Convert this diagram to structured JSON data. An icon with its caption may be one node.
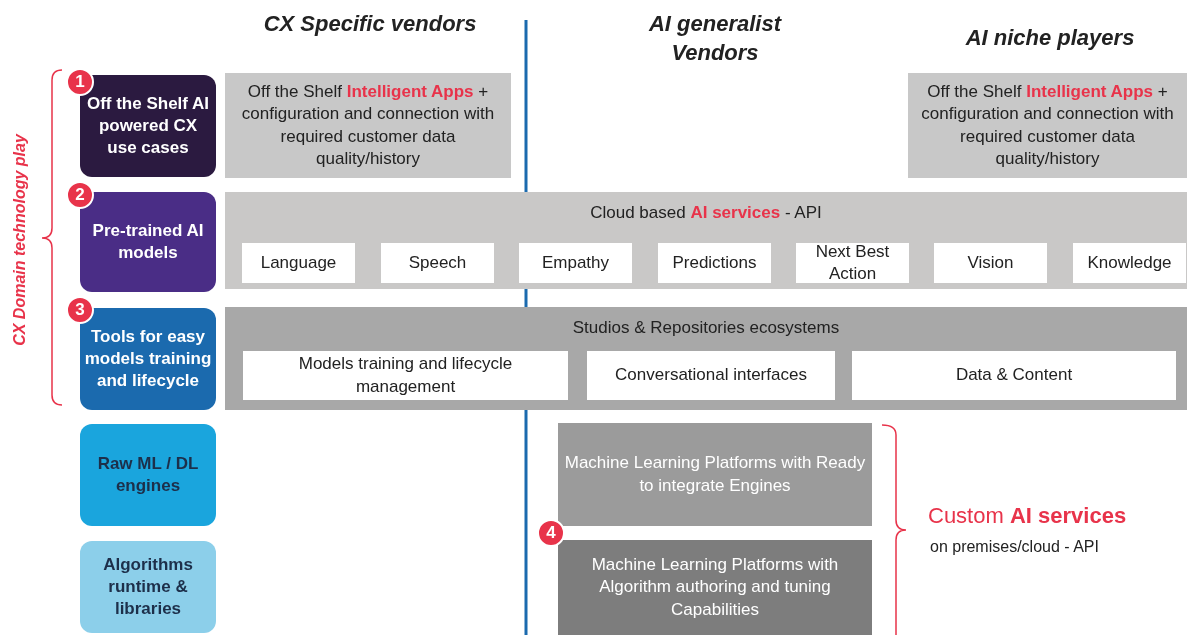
{
  "diagram": {
    "nodes": [
      {
        "text": [
          "Off the Shelf AI powered CX use cases"
        ]
      },
      {
        "text": [
          "Pre-trained AI models"
        ]
      },
      {
        "text": [
          "Tools for easy models training and lifecycle"
        ]
      },
      {
        "text": [
          "Raw ML / DL engines"
        ]
      },
      {
        "text": [
          "Algorithms runtime & libraries"
        ]
      },
      {
        "text": [
          "Off the Shelf **Intelligent Apps** + configuration and connection with required customer data quality/history"
        ]
      },
      {
        "text": [
          "Off the Shelf **Intelligent Apps** + configuration and connection with required customer data quality/history"
        ]
      },
      {
        "text": [
          "Cloud based **AI services** - API"
        ]
      },
      {
        "text": [
          "Language"
        ],
        "in": 7
      },
      {
        "text": [
          "Speech"
        ],
        "in": 7
      },
      {
        "text": [
          "Empathy"
        ],
        "in": 7
      },
      {
        "text": [
          "Predictions"
        ],
        "in": 7
      },
      {
        "text": [
          "Next Best Action"
        ],
        "in": 7
      },
      {
        "text": [
          "Vision"
        ],
        "in": 7
      },
      {
        "text": [
          "Knowledge"
        ],
        "in": 7
      },
      {
        "text": [
          "Studios & Repositories ecosystems"
        ]
      },
      {
        "text": [
          "Models training and lifecycle management"
        ],
        "in": 15
      },
      {
        "text": [
          "Conversational interfaces"
        ],
        "in": 15
      },
      {
        "text": [
          "Data & Content"
        ],
        "in": 15
      },
      {
        "text": [
          "Machine Learning Platforms with Ready to integrate Engines"
        ]
      },
      {
        "text": [
          "Machine Learning Platforms with Algorithm authoring and tuning Capabilities"
        ]
      }
    ],
    "labels": [
      "CX Specific vendors",
      "AI generalist Vendors",
      "AI niche players",
      "CX Domain technology play",
      "1",
      "2",
      "3",
      "4",
      "Custom **AI services**",
      "on premises/cloud - API"
    ]
  }
}
